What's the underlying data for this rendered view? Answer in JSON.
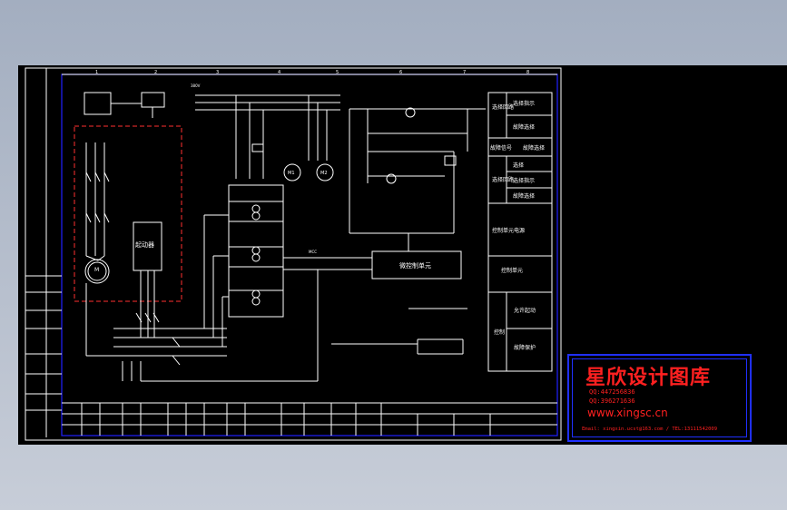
{
  "right_table": {
    "group1": "选择回路",
    "group1_items": [
      "选择指示",
      "故障选择"
    ],
    "row_fault_sig": "故障信号",
    "row_fault_sel": "故障选择",
    "group2": "选择回路",
    "group2_items": [
      "选择",
      "选择指示",
      "故障选择"
    ],
    "row_power": "控制单元电源",
    "row_ctrl": "控制单元",
    "group3": "控制",
    "group3_items": [
      "允许起动",
      "故障保护"
    ]
  },
  "diagram": {
    "starter_label": "起动器",
    "control_unit_label": "微控制单元",
    "motor_label": "M",
    "input_label": "380V",
    "signal_label": "MCC",
    "motor_1": "M1",
    "motor_2": "M2"
  },
  "watermark": {
    "title": "星欣设计图库",
    "qq1": "QQ:447256836",
    "qq2": "QQ:396271636",
    "url": "www.xingsc.cn",
    "email": "Email: xingxin.ucst@163.com / TEL:13111542009"
  }
}
